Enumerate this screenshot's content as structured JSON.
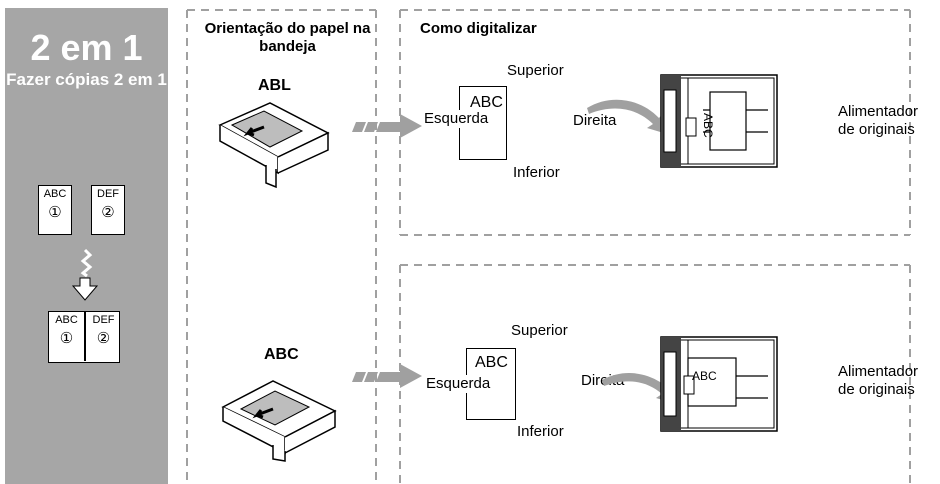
{
  "sidebar": {
    "title": "2 em 1",
    "subtitle": "Fazer cópias 2 em 1",
    "pages": [
      {
        "text": "ABC",
        "num": "①"
      },
      {
        "text": "DEF",
        "num": "②"
      }
    ]
  },
  "columns": {
    "orientation_header": "Orientação do papel na bandeja",
    "scan_header": "Como digitalizar"
  },
  "rows": [
    {
      "tray_label": "ABL",
      "sheet_text": "ABC",
      "top": "Superior",
      "left": "Esquerda",
      "bottom": "Inferior",
      "right": "Direita",
      "feeder_doc_text": "ABC",
      "feeder_label": "Alimentador de originais"
    },
    {
      "tray_label": "ABC",
      "sheet_text": "ABC",
      "top": "Superior",
      "left": "Esquerda",
      "bottom": "Inferior",
      "right": "Direita",
      "feeder_doc_text": "ABC",
      "feeder_label": "Alimentador de originais"
    }
  ],
  "colors": {
    "sidebar_bg": "#a6a6a6",
    "dashes": "#a0a0a0",
    "arrow_fill": "#a0a0a0"
  }
}
